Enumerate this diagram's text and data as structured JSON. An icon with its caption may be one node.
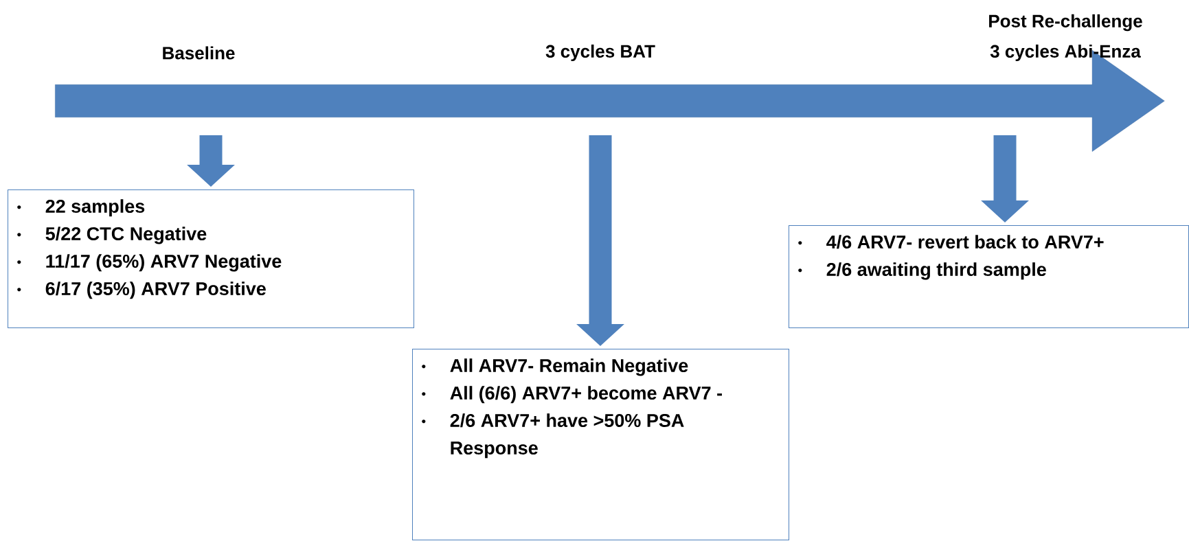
{
  "diagram": {
    "nodes": [
      {
        "text": [],
        "shape": "bar"
      },
      {
        "text": [
          "22 samples",
          "5/22 CTC Negative",
          "11/17 (65%) ARV7 Negative",
          "6/17 (35%) ARV7 Positive"
        ]
      },
      {
        "text": [
          "All ARV7- Remain Negative",
          "All (6/6) ARV7+ become ARV7 -",
          "2/6 ARV7+ have >50% PSA Response"
        ]
      },
      {
        "text": [
          "4/6 ARV7- revert back to ARV7+",
          "2/6 awaiting third sample"
        ]
      }
    ],
    "edges": [
      {
        "from": 0,
        "to": 1,
        "arrow": "to"
      },
      {
        "from": 0,
        "to": 2,
        "arrow": "to"
      },
      {
        "from": 0,
        "to": 3,
        "arrow": "to"
      }
    ],
    "labels": [
      "Baseline",
      "3 cycles BAT",
      "Post Re-challenge",
      "3 cycles Abi-Enza"
    ]
  }
}
